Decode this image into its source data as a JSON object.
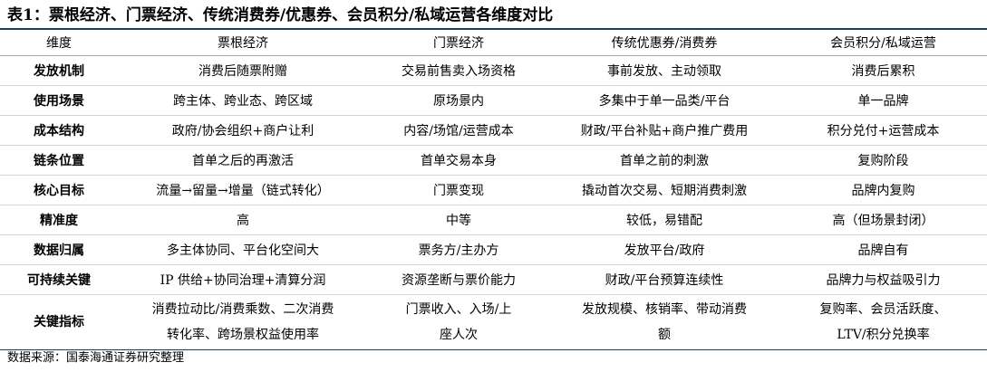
{
  "title": "表1：票根经济、门票经济、传统消费券/优惠券、会员积分/私域运营各维度对比",
  "columns": [
    "维度",
    "票根经济",
    "门票经济",
    "传统优惠券/消费券",
    "会员积分/私域运营"
  ],
  "rows": [
    {
      "label": "发放机制",
      "cells": [
        "消费后随票附赠",
        "交易前售卖入场资格",
        "事前发放、主动领取",
        "消费后累积"
      ]
    },
    {
      "label": "使用场景",
      "cells": [
        "跨主体、跨业态、跨区域",
        "原场景内",
        "多集中于单一品类/平台",
        "单一品牌"
      ]
    },
    {
      "label": "成本结构",
      "cells": [
        "政府/协会组织+商户让利",
        "内容/场馆/运营成本",
        "财政/平台补贴+商户推广费用",
        "积分兑付+运营成本"
      ]
    },
    {
      "label": "链条位置",
      "cells": [
        "首单之后的再激活",
        "首单交易本身",
        "首单之前的刺激",
        "复购阶段"
      ]
    },
    {
      "label": "核心目标",
      "cells": [
        "流量→留量→增量（链式转化）",
        "门票变现",
        "撬动首次交易、短期消费刺激",
        "品牌内复购"
      ]
    },
    {
      "label": "精准度",
      "cells": [
        "高",
        "中等",
        "较低，易错配",
        "高（但场景封闭）"
      ]
    },
    {
      "label": "数据归属",
      "cells": [
        "多主体协同、平台化空间大",
        "票务方/主办方",
        "发放平台/政府",
        "品牌自有"
      ]
    },
    {
      "label": "可持续关键",
      "cells": [
        "IP 供给+协同治理+清算分润",
        "资源垄断与票价能力",
        "财政/平台预算连续性",
        "品牌力与权益吸引力"
      ]
    }
  ],
  "last_row": {
    "label": "关键指标",
    "cells": [
      [
        "消费拉动比/消费乘数、二次消费",
        "转化率、跨场景权益使用率"
      ],
      [
        "门票收入、入场/上",
        "座人次"
      ],
      [
        "发放规模、核销率、带动消费",
        "额"
      ],
      [
        "复购率、会员活跃度、",
        "LTV/积分兑换率"
      ]
    ]
  },
  "source": "数据来源：国泰海通证券研究整理"
}
